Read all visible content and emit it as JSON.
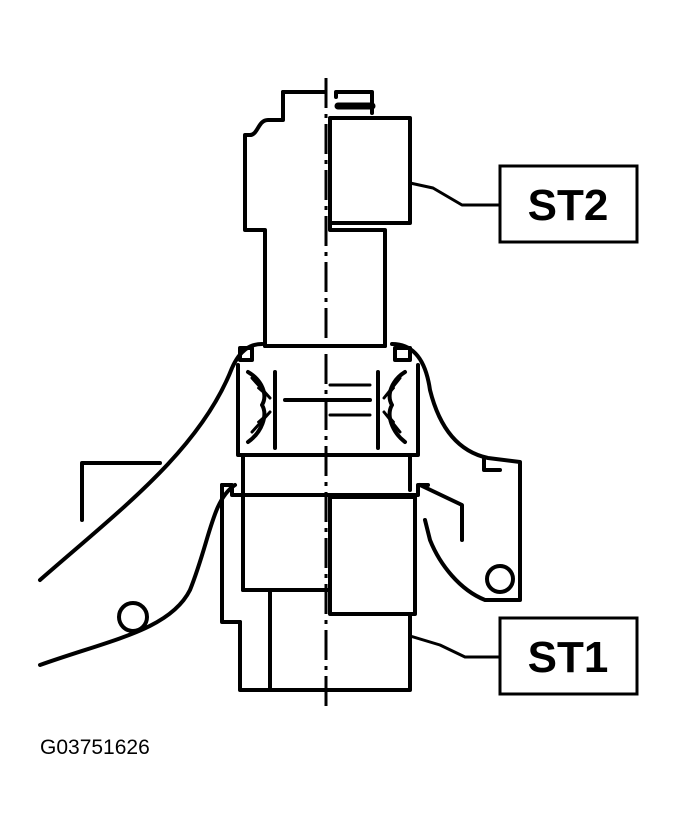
{
  "labels": {
    "st2": "ST2",
    "st1": "ST1"
  },
  "figure_code": "G03751626",
  "colors": {
    "line": "#000000",
    "background": "#ffffff"
  }
}
